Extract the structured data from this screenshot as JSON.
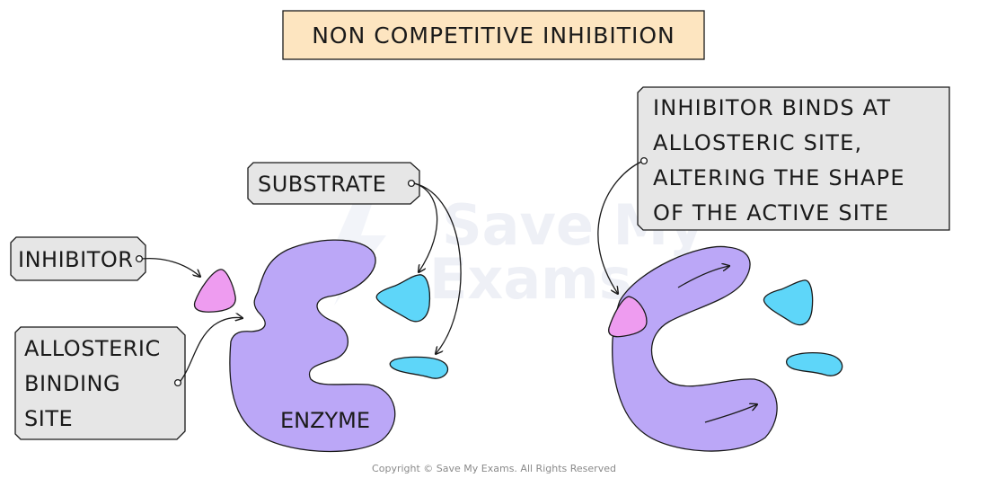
{
  "diagram": {
    "title": "NON COMPETITIVE INHIBITION",
    "labels": {
      "substrate": "SUBSTRATE",
      "inhibitor": "INHIBITOR",
      "allosteric_site": [
        "ALLOSTERIC",
        "BINDING",
        "SITE"
      ],
      "enzyme": "ENZYME",
      "note": [
        "INHIBITOR BINDS AT",
        "ALLOSTERIC SITE,",
        "ALTERING THE SHAPE",
        "OF THE ACTIVE SITE"
      ]
    },
    "watermark": [
      "Save My",
      "Exams"
    ],
    "copyright": "Copyright © Save My Exams. All Rights Reserved"
  },
  "colors": {
    "title_fill": "#fde5c0",
    "label_fill": "#e6e6e6",
    "enzyme": "#bba7f7",
    "inhibitor": "#ee9cf0",
    "substrate": "#5ed6f9",
    "outline": "#1a1a1a"
  }
}
